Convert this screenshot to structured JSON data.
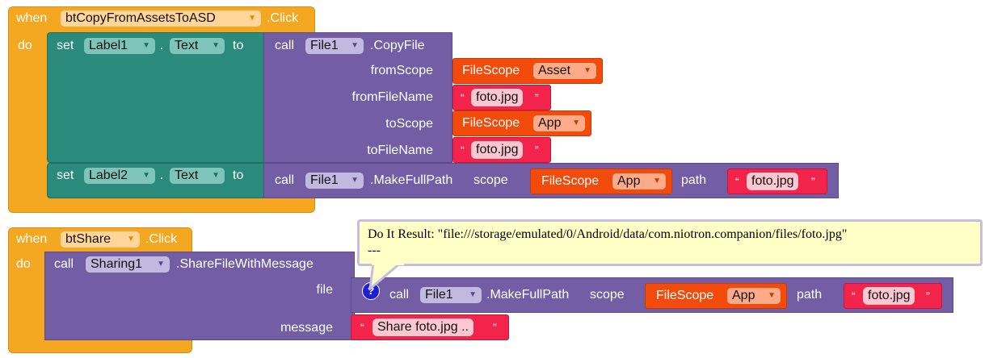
{
  "event1": {
    "when": "when",
    "component": "btCopyFromAssetsToASD",
    "event_name": ".Click",
    "do": "do",
    "stmt1": {
      "set": "set",
      "component": "Label1",
      "dot": ".",
      "property": "Text",
      "to": "to",
      "call": "call",
      "call_component": "File1",
      "method": ".CopyFile",
      "fromScope_label": "fromScope",
      "fromScope_block": "FileScope",
      "fromScope_value": "Asset",
      "fromFileName_label": "fromFileName",
      "fromFileName_value": "foto.jpg",
      "toScope_label": "toScope",
      "toScope_block": "FileScope",
      "toScope_value": "App",
      "toFileName_label": "toFileName",
      "toFileName_value": "foto.jpg"
    },
    "stmt2": {
      "set": "set",
      "component": "Label2",
      "dot": ".",
      "property": "Text",
      "to": "to",
      "call": "call",
      "call_component": "File1",
      "method": ".MakeFullPath",
      "scope_label": "scope",
      "scope_block": "FileScope",
      "scope_value": "App",
      "path_label": "path",
      "path_value": "foto.jpg"
    }
  },
  "event2": {
    "when": "when",
    "component": "btShare",
    "event_name": ".Click",
    "do": "do",
    "call": "call",
    "call_component": "Sharing1",
    "method": ".ShareFileWithMessage",
    "file_label": "file",
    "inner": {
      "help": "?",
      "call": "call",
      "call_component": "File1",
      "method": ".MakeFullPath",
      "scope_label": "scope",
      "scope_block": "FileScope",
      "scope_value": "App",
      "path_label": "path",
      "path_value": "foto.jpg"
    },
    "message_label": "message",
    "message_value": "Share foto.jpg .."
  },
  "tooltip": {
    "line1": "Do It Result: \"file:///storage/emulated/0/Android/data/com.niotron.companion/files/foto.jpg\"",
    "line2": "---"
  },
  "symbols": {
    "open_quote": "“",
    "close_quote": "”",
    "dropdown_arrow": "▼"
  },
  "colors": {
    "event": "#f4a822",
    "set": "#2a8a7b",
    "call": "#735ea6",
    "scope": "#f24b0c",
    "text": "#f3244b",
    "tooltip_bg": "#ffffc6"
  }
}
